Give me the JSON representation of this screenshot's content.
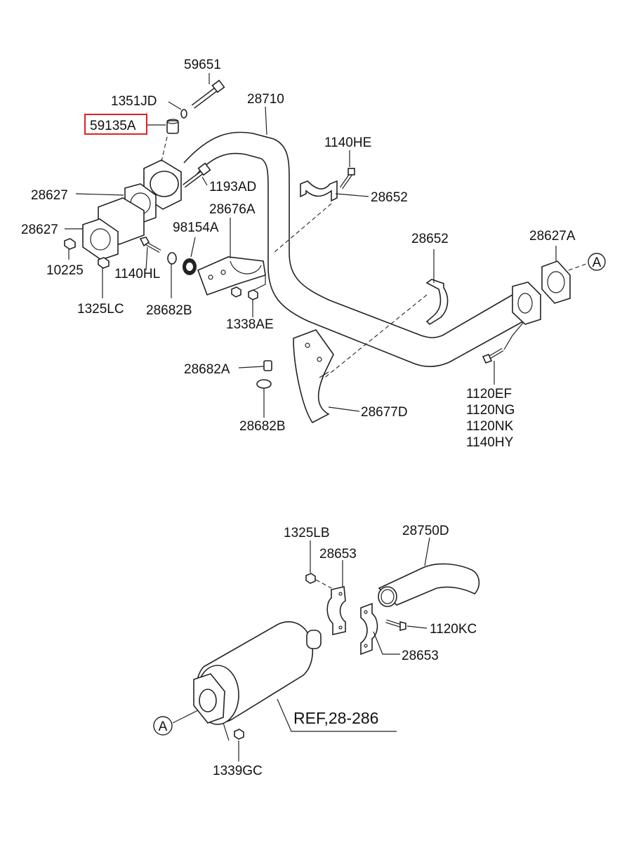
{
  "labels": {
    "l59651": "59651",
    "l1351JD": "1351JD",
    "l28710": "28710",
    "l59135A": "59135A",
    "l1140HE": "1140HE",
    "l28627_a": "28627",
    "l1193AD": "1193AD",
    "l28652_a": "28652",
    "l28676A": "28676A",
    "l28627_b": "28627",
    "l98154A": "98154A",
    "l28652_b": "28652",
    "l28627A": "28627A",
    "l10225": "10225",
    "l1140HL": "1140HL",
    "l1325LC": "1325LC",
    "l28682B_a": "28682B",
    "l1338AE": "1338AE",
    "l28682A": "28682A",
    "l28682B_b": "28682B",
    "l28677D": "28677D",
    "l1120EF": "1120EF",
    "l1120NG": "1120NG",
    "l1120NK": "1120NK",
    "l1140HY": "1140HY",
    "l1325LB": "1325LB",
    "l28750D": "28750D",
    "l28653_a": "28653",
    "l1120KC": "1120KC",
    "l28653_b": "28653",
    "lREF": "REF,28-286",
    "l1339GC": "1339GC"
  },
  "markers": {
    "a_upper": "A",
    "a_lower": "A"
  },
  "highlight": {
    "color": "#e02020",
    "part": "59135A"
  }
}
